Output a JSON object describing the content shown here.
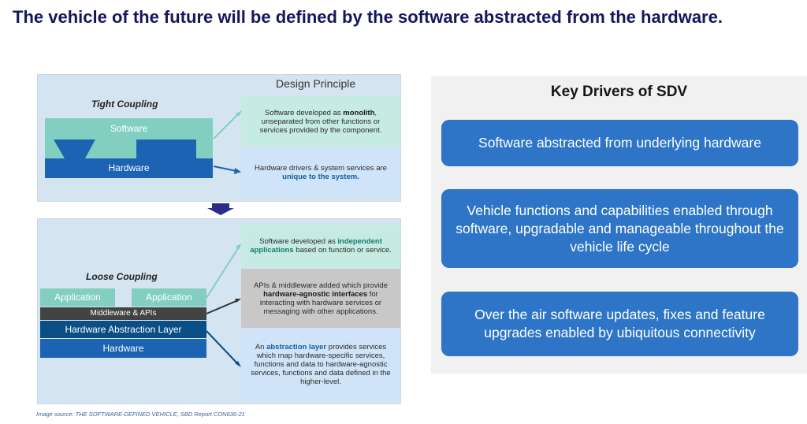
{
  "title": "The vehicle of the future will be defined by the software abstracted from the hardware.",
  "left": {
    "design_heading": "Design Principle",
    "tight": {
      "label": "Tight Coupling",
      "software": "Software",
      "hardware": "Hardware",
      "desc1_pre": "Software developed as ",
      "desc1_bold": "monolith",
      "desc1_post": ", unseparated from other functions or services provided by the component.",
      "desc2_pre": "Hardware drivers & system services are ",
      "desc2_bold": "unique to the system."
    },
    "loose": {
      "label": "Loose Coupling",
      "app1": "Application",
      "app2": "Application",
      "middleware": "Middleware & APIs",
      "hal": "Hardware Abstraction Layer",
      "hardware": "Hardware",
      "desc1_pre": "Software developed as ",
      "desc1_bold": "independent applications",
      "desc1_post": " based on function or service.",
      "desc2_pre": "APIs & middleware added which provide ",
      "desc2_bold": "hardware-agnostic interfaces",
      "desc2_post": " for interacting with hardware services or messaging with other applications.",
      "desc3_pre": "An ",
      "desc3_bold": "abstraction layer",
      "desc3_post": " provides services which map hardware-specific services, functions and data to hardware-agnostic services, functions and data defined in the higher-level."
    },
    "caption": "Image source: THE SOFTWARE-DEFINED VEHICLE, SBD Report CON636-21"
  },
  "right": {
    "heading": "Key Drivers of SDV",
    "drivers": [
      "Software abstracted from underlying hardware",
      "Vehicle functions and capabilities enabled through software, upgradable and manageable throughout the vehicle life cycle",
      "Over the air software updates, fixes and feature upgrades enabled  by ubiquitous connectivity"
    ]
  },
  "colors": {
    "title": "#16165c",
    "software": "#82cfc1",
    "hardware": "#1d63b4",
    "hal": "#0a4e86",
    "middleware": "#434343",
    "driver_box": "#2e75c8",
    "panel": "#d5e4f1"
  }
}
